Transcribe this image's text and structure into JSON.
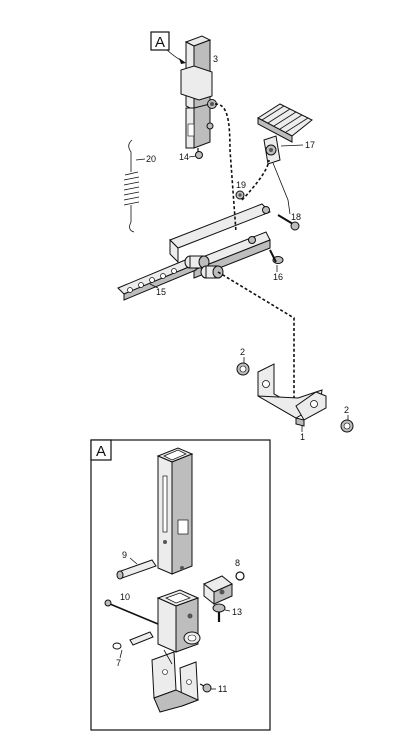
{
  "callouts": {
    "box_top": "A",
    "box_detail": "A"
  },
  "parts": {
    "p1": "1",
    "p2a": "2",
    "p2b": "2",
    "p3": "3",
    "p7": "7",
    "p8": "8",
    "p9": "9",
    "p10": "10",
    "p11": "11",
    "p13": "13",
    "p14": "14",
    "p15": "15",
    "p16": "16",
    "p17": "17",
    "p18": "18",
    "p19": "19",
    "p20": "20"
  }
}
